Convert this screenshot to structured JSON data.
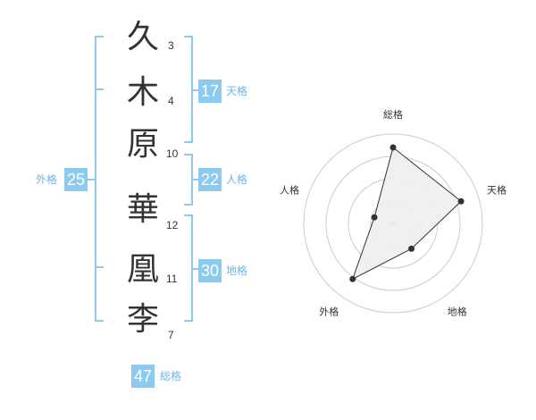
{
  "name": {
    "chars": [
      {
        "char": "久",
        "strokes": "3"
      },
      {
        "char": "木",
        "strokes": "4"
      },
      {
        "char": "原",
        "strokes": "10"
      },
      {
        "char": "華",
        "strokes": "12"
      },
      {
        "char": "凰",
        "strokes": "11"
      },
      {
        "char": "李",
        "strokes": "7"
      }
    ]
  },
  "scores": {
    "tenkaku": {
      "value": "17",
      "label": "天格"
    },
    "jinkaku": {
      "value": "22",
      "label": "人格"
    },
    "chikaku": {
      "value": "30",
      "label": "地格"
    },
    "gaikaku": {
      "value": "25",
      "label": "外格"
    },
    "soukaku": {
      "value": "47",
      "label": "総格"
    }
  },
  "radar": {
    "axes": [
      "総格",
      "天格",
      "地格",
      "外格",
      "人格"
    ],
    "values": [
      0.85,
      0.8,
      0.35,
      0.77,
      0.22
    ],
    "colors": {
      "fill": "#eeeeee",
      "line": "#333333",
      "grid": "#cccccc"
    }
  }
}
